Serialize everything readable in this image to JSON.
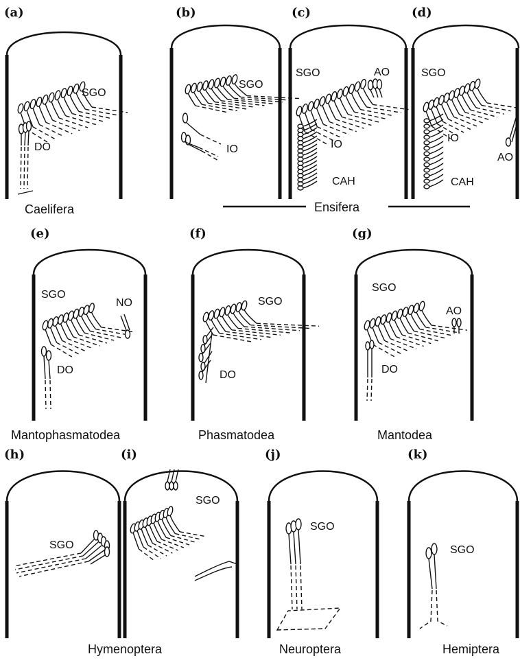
{
  "panels": {
    "a": {
      "label": "(a)",
      "taxon": "Caelifera",
      "organs": {
        "sgo": "SGO",
        "do": "DO"
      }
    },
    "b": {
      "label": "(b)",
      "organs": {
        "sgo": "SGO",
        "io": "IO"
      }
    },
    "c": {
      "label": "(c)",
      "organs": {
        "sgo": "SGO",
        "ao": "AO",
        "io": "IO",
        "cah": "CAH"
      }
    },
    "d": {
      "label": "(d)",
      "organs": {
        "sgo": "SGO",
        "io": "IO",
        "ao": "AO",
        "cah": "CAH"
      }
    },
    "e": {
      "label": "(e)",
      "taxon": "Mantophasmatodea",
      "organs": {
        "sgo": "SGO",
        "no": "NO",
        "do": "DO"
      }
    },
    "f": {
      "label": "(f)",
      "taxon": "Phasmatodea",
      "organs": {
        "sgo": "SGO",
        "do": "DO"
      }
    },
    "g": {
      "label": "(g)",
      "taxon": "Mantodea",
      "organs": {
        "sgo": "SGO",
        "ao": "AO",
        "do": "DO"
      }
    },
    "h": {
      "label": "(h)",
      "organs": {
        "sgo": "SGO"
      }
    },
    "i": {
      "label": "(i)",
      "organs": {
        "sgo": "SGO"
      }
    },
    "j": {
      "label": "(j)",
      "taxon": "Neuroptera",
      "organs": {
        "sgo": "SGO"
      }
    },
    "k": {
      "label": "(k)",
      "taxon": "Hemiptera",
      "organs": {
        "sgo": "SGO"
      }
    }
  },
  "groups": {
    "ensifera": "Ensifera",
    "hymenoptera": "Hymenoptera"
  }
}
